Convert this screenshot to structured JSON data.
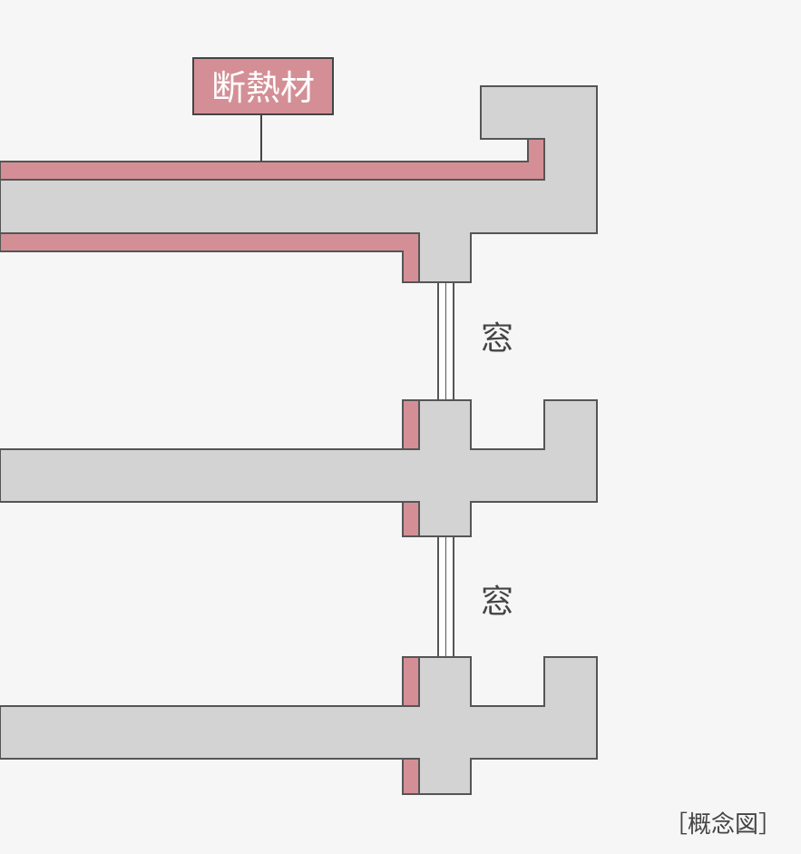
{
  "labels": {
    "insulation": "断熱材",
    "window_upper": "窓",
    "window_lower": "窓",
    "caption": "［概念図］"
  },
  "colors": {
    "background": "#f6f6f6",
    "concrete": "#d3d3d3",
    "insulation": "#d48f96",
    "outline": "#555555"
  }
}
